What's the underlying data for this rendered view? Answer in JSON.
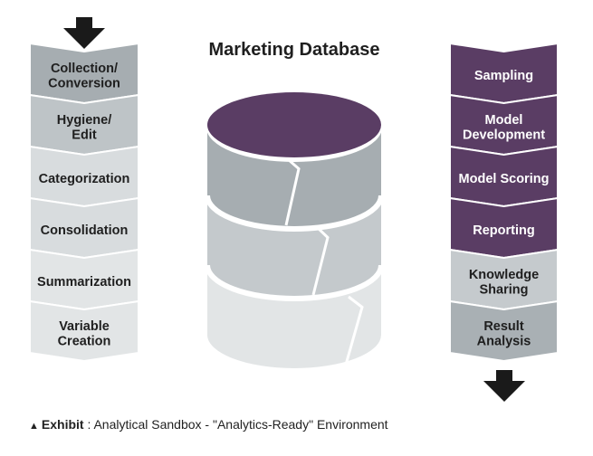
{
  "title": "Marketing Database",
  "left_stages": [
    {
      "lines": [
        "Collection/",
        "Conversion"
      ],
      "fill": "#a6adb1",
      "color": "#1f1f1f"
    },
    {
      "lines": [
        "Hygiene/",
        "Edit"
      ],
      "fill": "#bec4c7",
      "color": "#1f1f1f"
    },
    {
      "lines": [
        "Categorization"
      ],
      "fill": "#d8dcde",
      "color": "#1f1f1f"
    },
    {
      "lines": [
        "Consolidation"
      ],
      "fill": "#d8dcde",
      "color": "#1f1f1f"
    },
    {
      "lines": [
        "Summarization"
      ],
      "fill": "#e2e5e6",
      "color": "#1f1f1f"
    },
    {
      "lines": [
        "Variable",
        "Creation"
      ],
      "fill": "#e2e5e6",
      "color": "#1f1f1f"
    }
  ],
  "right_stages": [
    {
      "lines": [
        "Sampling"
      ],
      "fill": "#5a3d64",
      "color": "#ffffff"
    },
    {
      "lines": [
        "Model",
        "Development"
      ],
      "fill": "#5a3d64",
      "color": "#ffffff"
    },
    {
      "lines": [
        "Model Scoring"
      ],
      "fill": "#5a3d64",
      "color": "#ffffff"
    },
    {
      "lines": [
        "Reporting"
      ],
      "fill": "#5a3d64",
      "color": "#ffffff"
    },
    {
      "lines": [
        "Knowledge",
        "Sharing"
      ],
      "fill": "#c5cacd",
      "color": "#1f1f1f"
    },
    {
      "lines": [
        "Result",
        "Analysis"
      ],
      "fill": "#a9b0b4",
      "color": "#1f1f1f"
    }
  ],
  "database": {
    "top_color": "#5a3d64",
    "layer_colors": [
      "#a6adb1",
      "#c4c9cc",
      "#e2e5e6"
    ]
  },
  "arrow_color": "#1a1a1a",
  "caption": {
    "marker": "▲",
    "label": "Exhibit",
    "text": " : Analytical Sandbox - \"Analytics-Ready\" Environment"
  }
}
